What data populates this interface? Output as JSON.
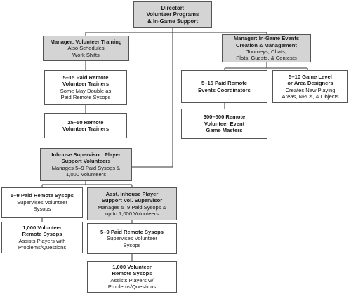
{
  "nodes": {
    "director": {
      "title": [
        "Director:",
        "Volunteer Programs",
        "& In-Game Support"
      ],
      "desc": []
    },
    "mgr_training": {
      "title": [
        "Manager: Volunteer Training"
      ],
      "desc": [
        "Also Schedules",
        "Work Shifts"
      ]
    },
    "mgr_events": {
      "title": [
        "Manager: In-Game Events",
        "Creation & Management"
      ],
      "desc": [
        "Tourneys, Chats,",
        "Plots, Guests, & Contests"
      ]
    },
    "paid_trainers": {
      "title": [
        "5–15 Paid Remote",
        "Volunteer Trainers"
      ],
      "desc": [
        "Some May Double as",
        "Paid Remote Sysops"
      ]
    },
    "remote_trainers": {
      "title": [
        "25–50 Remote",
        "Volunteer Trainers"
      ],
      "desc": []
    },
    "events_coord": {
      "title": [
        "5–15 Paid Remote",
        "Events Coordinators"
      ],
      "desc": []
    },
    "designers": {
      "title": [
        "5–10 Game Level",
        "or Area Designers"
      ],
      "desc": [
        "Creates New Playing",
        "Areas, NPCs, & Objects"
      ]
    },
    "game_masters": {
      "title": [
        "300–500 Remote",
        "Volunteer Event",
        "Game Masters"
      ],
      "desc": []
    },
    "inhouse_sup": {
      "title": [
        "Inhouse Supervisor: Player",
        "Support Volunteers"
      ],
      "desc": [
        "Manages 5–9 Paid Sysops &",
        "1,000 Volunteers"
      ]
    },
    "paid_sysops_left": {
      "title": [
        "5–9 Paid Remote Sysops"
      ],
      "desc": [
        "Supervises Volunteer",
        "Sysops"
      ]
    },
    "asst_sup": {
      "title": [
        "Asst. Inhouse Player",
        "Support Vol. Supervisor"
      ],
      "desc": [
        "Manages 5–9 Paid Sysops &",
        "up to 1,000 Volunteers"
      ]
    },
    "vol_sysops_left": {
      "title": [
        "1,000 Volunteer",
        "Remote Sysops"
      ],
      "desc": [
        "Assists Players with",
        "Problems/Questions"
      ]
    },
    "paid_sysops_right": {
      "title": [
        "5–9 Paid Remote Sysops"
      ],
      "desc": [
        "Supervises Volunteer",
        "Sysops"
      ]
    },
    "vol_sysops_right": {
      "title": [
        "1,000 Volunteer",
        "Remote Sysops"
      ],
      "desc": [
        "Assists Players w/",
        "Problems/Questions"
      ]
    }
  }
}
